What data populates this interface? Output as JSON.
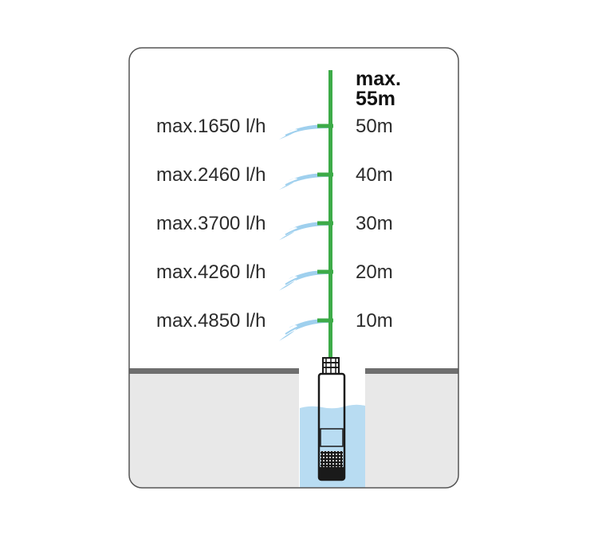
{
  "max_head": {
    "line1": "max.",
    "line2": "55m"
  },
  "levels": [
    {
      "head": "50m",
      "flow": "max.1650 l/h"
    },
    {
      "head": "40m",
      "flow": "max.2460 l/h"
    },
    {
      "head": "30m",
      "flow": "max.3700 l/h"
    },
    {
      "head": "20m",
      "flow": "max.4260 l/h"
    },
    {
      "head": "10m",
      "flow": "max.4850 l/h"
    }
  ],
  "colors": {
    "pipe": "#3dab48",
    "water": "#b8dcf2",
    "ground": "#e8e8e8",
    "ground_line": "#6e6e6e",
    "frame": "#555555",
    "splash": "#9fd0ee",
    "pump": "#1a1a1a"
  }
}
